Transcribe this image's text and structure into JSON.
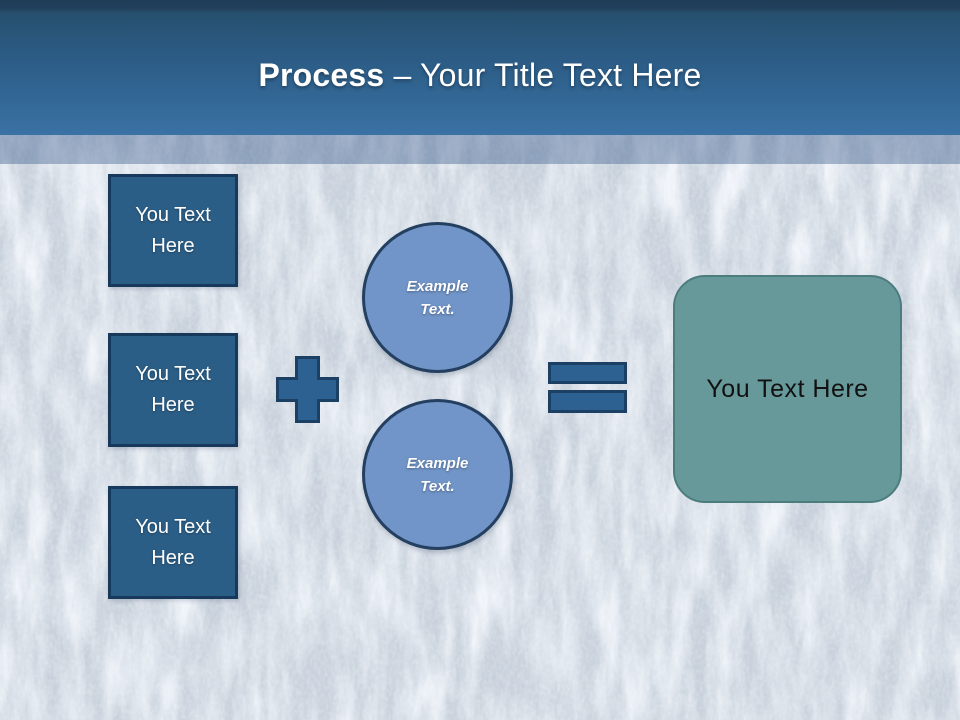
{
  "slide_title": {
    "bold": "Process",
    "rest": " – Your Title Text Here"
  },
  "steps": [
    {
      "label": "You Text Here"
    },
    {
      "label": "You Text Here"
    },
    {
      "label": "You Text Here"
    }
  ],
  "operators": {
    "plus": "+",
    "equals": "="
  },
  "example_circles": [
    {
      "label": "Example Text."
    },
    {
      "label": "Example Text."
    }
  ],
  "result": {
    "label": "You Text Here"
  },
  "colors": {
    "header_gradient_top": "#1f3d57",
    "header_gradient_bottom": "#3a72a5",
    "band_overlay": "#8fa6c1",
    "background_base": "#c7d0db",
    "step_fill": "#2b5e86",
    "step_border": "#173a5c",
    "operator_fill": "#2c6191",
    "operator_border": "#1c4064",
    "circle_fill": "#7195c8",
    "circle_border": "#243f60",
    "result_fill": "#67999a",
    "result_border": "#4c7c7d",
    "title_text": "#ffffff",
    "result_text": "#111111"
  }
}
